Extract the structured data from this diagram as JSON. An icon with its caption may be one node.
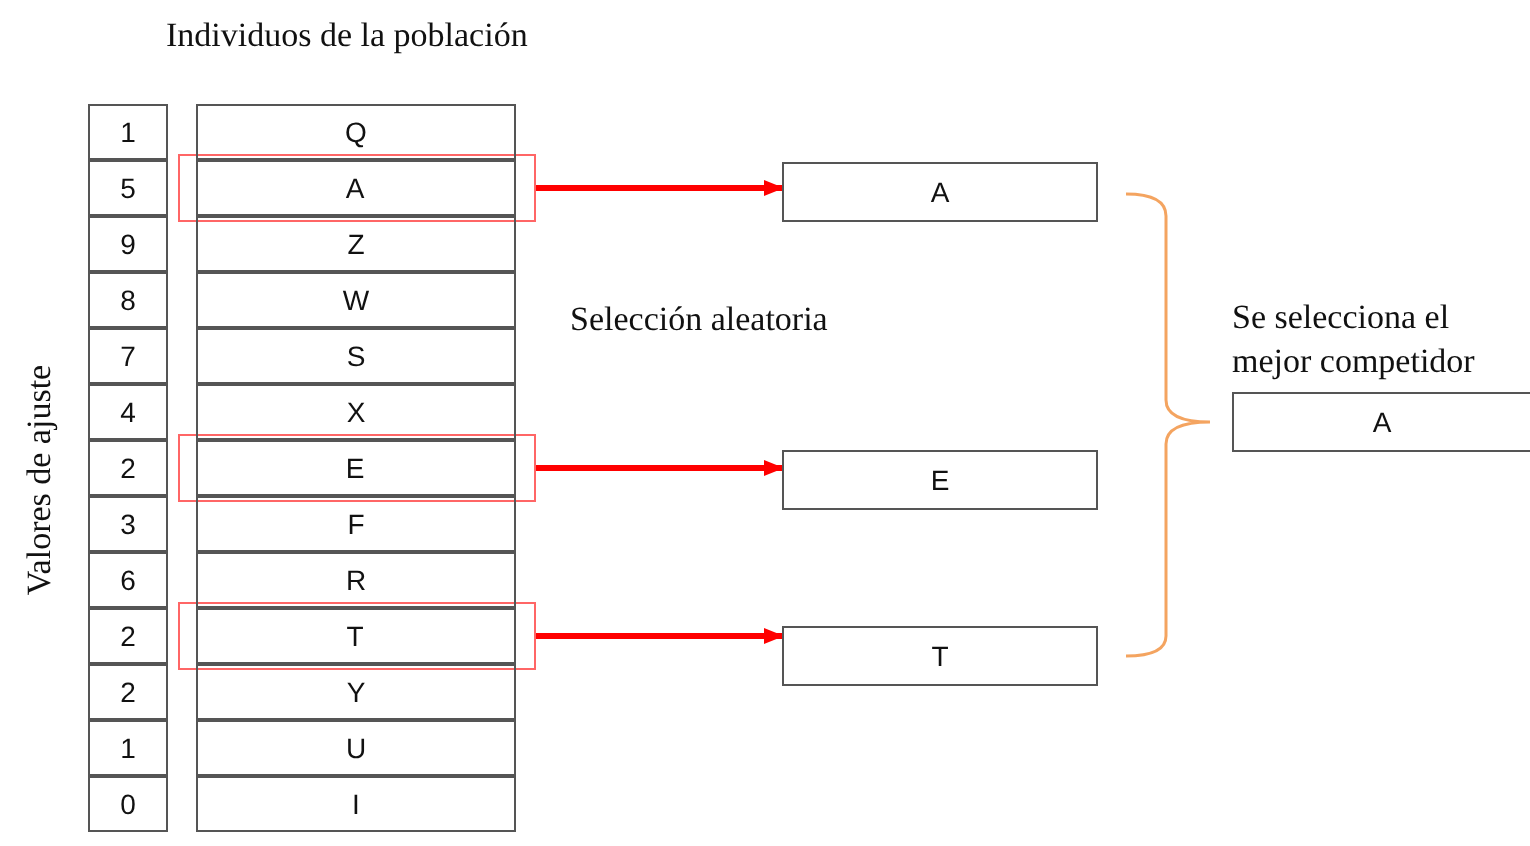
{
  "diagram": {
    "title": "Individuos de la población",
    "nodes": [
      {
        "text": [
          "1"
        ]
      },
      {
        "text": [
          "Q"
        ]
      },
      {
        "text": [
          "5"
        ]
      },
      {
        "text": [
          "A"
        ],
        "in": 26
      },
      {
        "text": [
          "9"
        ]
      },
      {
        "text": [
          "Z"
        ]
      },
      {
        "text": [
          "8"
        ]
      },
      {
        "text": [
          "W"
        ]
      },
      {
        "text": [
          "7"
        ]
      },
      {
        "text": [
          "S"
        ]
      },
      {
        "text": [
          "4"
        ]
      },
      {
        "text": [
          "X"
        ]
      },
      {
        "text": [
          "2"
        ]
      },
      {
        "text": [
          "E"
        ],
        "in": 27
      },
      {
        "text": [
          "3"
        ]
      },
      {
        "text": [
          "F"
        ]
      },
      {
        "text": [
          "6"
        ]
      },
      {
        "text": [
          "R"
        ]
      },
      {
        "text": [
          "2"
        ]
      },
      {
        "text": [
          "T"
        ],
        "in": 28
      },
      {
        "text": [
          "2"
        ]
      },
      {
        "text": [
          "Y"
        ]
      },
      {
        "text": [
          "1"
        ]
      },
      {
        "text": [
          "U"
        ]
      },
      {
        "text": [
          "0"
        ]
      },
      {
        "text": [
          "I"
        ]
      },
      {
        "text": [],
        "shape": "box"
      },
      {
        "text": [],
        "shape": "box"
      },
      {
        "text": [],
        "shape": "box"
      },
      {
        "text": [
          "A"
        ]
      },
      {
        "text": [
          "E"
        ]
      },
      {
        "text": [
          "T"
        ]
      },
      {
        "text": [
          "A"
        ],
        "beside": [
          "Se selecciona el mejor competidor"
        ]
      }
    ],
    "edges": [
      {
        "from": 26,
        "to": 29,
        "arrow": "to"
      },
      {
        "from": 27,
        "to": 30,
        "arrow": "to"
      },
      {
        "from": 28,
        "to": 31,
        "arrow": "to"
      }
    ],
    "labels": [
      "Valores de ajuste",
      "Selección aleatoria"
    ]
  }
}
